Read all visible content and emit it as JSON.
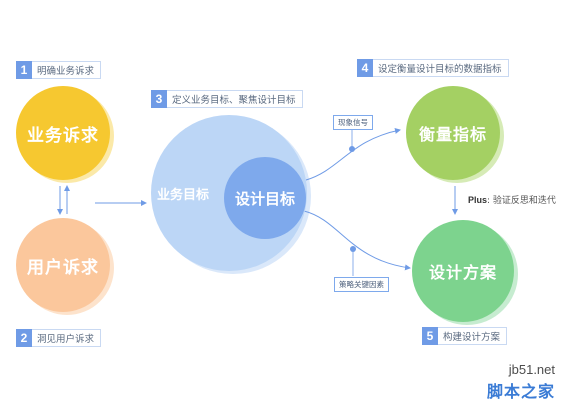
{
  "steps": [
    {
      "num": "1",
      "label": "明确业务诉求"
    },
    {
      "num": "2",
      "label": "洞见用户诉求"
    },
    {
      "num": "3",
      "label": "定义业务目标、聚焦设计目标"
    },
    {
      "num": "4",
      "label": "设定衡量设计目标的数据指标"
    },
    {
      "num": "5",
      "label": "构建设计方案"
    }
  ],
  "circles": {
    "business_need": "业务诉求",
    "user_need": "用户诉求",
    "business_goal": "业务目标",
    "design_goal": "设计目标",
    "metrics": "衡量指标",
    "design_plan": "设计方案"
  },
  "tags": {
    "phenomenon_signal": "现象信号",
    "strategy_factors": "策略关键因素"
  },
  "plus_note": {
    "prefix": "Plus",
    "sep": ": ",
    "text": "验证反思和迭代"
  },
  "watermark": {
    "line1": "jb51.net",
    "line2": "脚本之家"
  },
  "colors": {
    "step_accent": "#6f9be6",
    "business_need": "#f6c830",
    "user_need": "#fbc79c",
    "business_goal": "#bcd6f6",
    "design_goal": "#7ea9ec",
    "metrics": "#a4d063",
    "design_plan": "#7dd38e",
    "arrow": "#6f9be6"
  }
}
